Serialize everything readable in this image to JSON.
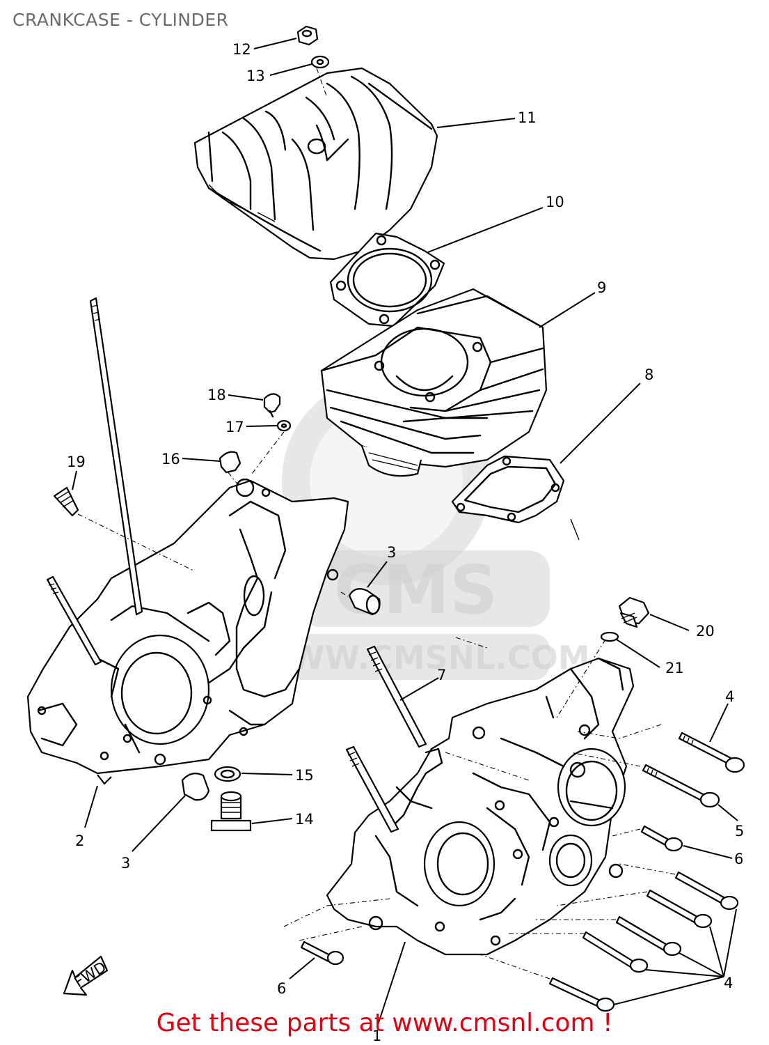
{
  "header": {
    "title": "CRANKCASE - CYLINDER"
  },
  "footer": {
    "text": "Get these parts at www.cmsnl.com !"
  },
  "watermark": {
    "logo": "CMS",
    "url": "WWW.CMSNL.COM"
  },
  "colors": {
    "title": "#6b6b6b",
    "footer": "#e0000f",
    "lines": "#000000",
    "watermark": "#d4d4d4"
  },
  "callouts": {
    "c12": "12",
    "c13": "13",
    "c11": "11",
    "c10": "10",
    "c9": "9",
    "c8": "8",
    "c18": "18",
    "c17": "17",
    "c16": "16",
    "c19": "19",
    "c3a": "3",
    "c20": "20",
    "c21": "21",
    "c7": "7",
    "c4a": "4",
    "c5": "5",
    "c6a": "6",
    "c15": "15",
    "c14": "14",
    "c2": "2",
    "c3b": "3",
    "c6b": "6",
    "c1": "1",
    "c4b": "4"
  },
  "fwd_arrow": {
    "label": "FWD"
  }
}
